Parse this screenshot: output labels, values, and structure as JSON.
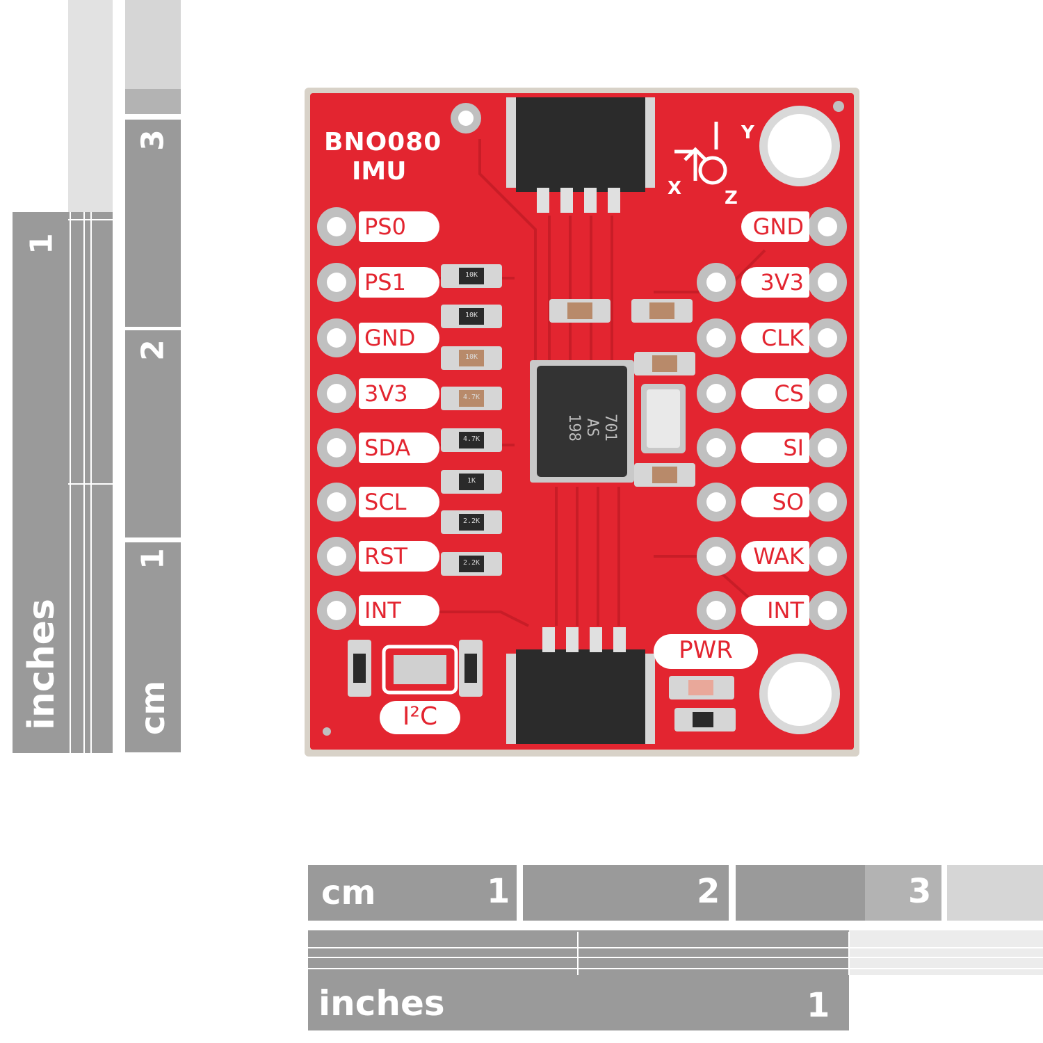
{
  "board": {
    "title_line1": "BNO080",
    "title_line2": "IMU",
    "left_pins": [
      "PS0",
      "PS1",
      "GND",
      "3V3",
      "SDA",
      "SCL",
      "RST",
      "INT"
    ],
    "right_pins": [
      "GND",
      "3V3",
      "CLK",
      "CS",
      "SI",
      "SO",
      "WAK",
      "INT"
    ],
    "jumper_label": "I²C",
    "led_label": "PWR",
    "axis_labels": [
      "X",
      "Y",
      "Z"
    ],
    "chip_marking": [
      "701",
      "AS",
      "198"
    ],
    "resistor_marks": [
      "10K",
      "10K",
      "10K",
      "4.7K",
      "4.7K",
      "1K",
      "2.2K",
      "2.2K"
    ],
    "colors": {
      "pcb": "#e32530",
      "silk": "#ffffff",
      "pad": "#c0c0c0",
      "connector": "#2b2b2b"
    }
  },
  "rulers": {
    "left_inches_label": "inches",
    "left_inches_mark": "1",
    "left_cm_label": "cm",
    "left_cm_marks": [
      "1",
      "2",
      "3"
    ],
    "bottom_cm_label": "cm",
    "bottom_cm_marks": [
      "1",
      "2",
      "3"
    ],
    "bottom_inches_label": "inches",
    "bottom_inches_mark": "1",
    "color": "#9a9a9a"
  }
}
